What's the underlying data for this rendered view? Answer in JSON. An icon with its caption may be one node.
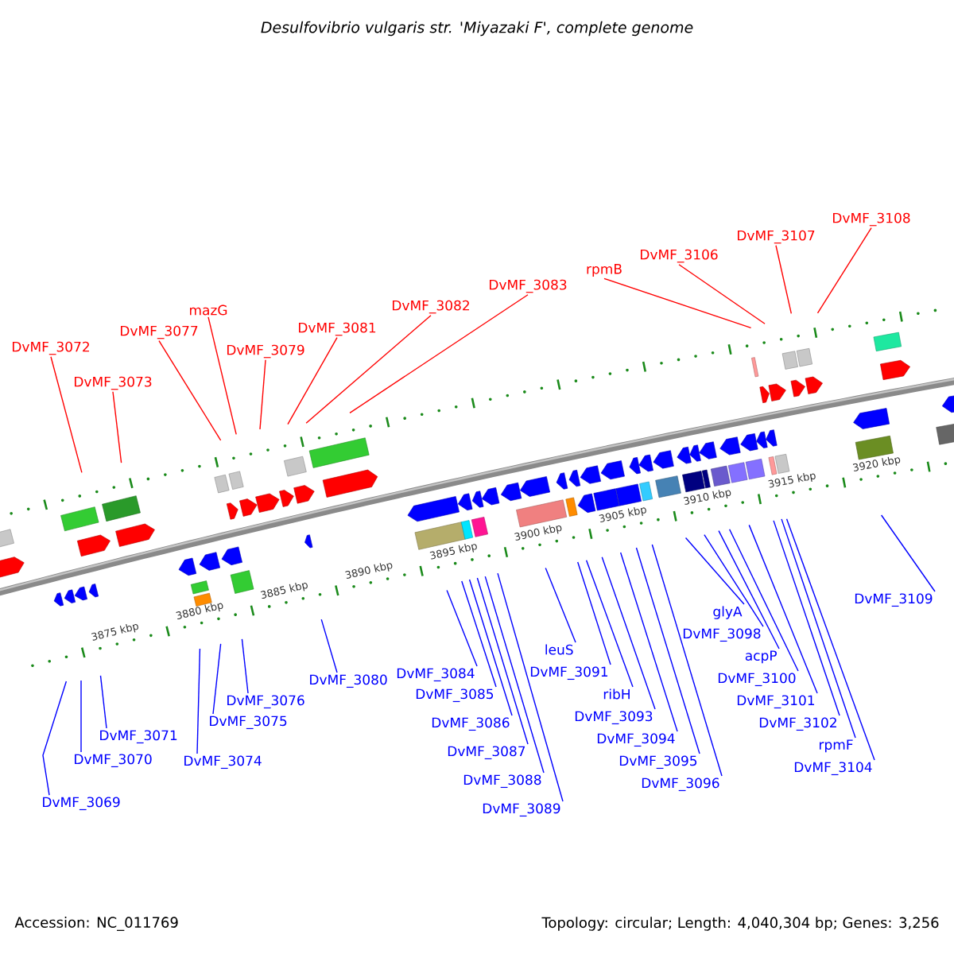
{
  "diagram": {
    "title": "Desulfovibrio vulgaris str. 'Miyazaki F', complete genome",
    "nodes": [
      {
        "text": [
          "DvMF_3072"
        ]
      },
      {
        "text": [
          "DvMF_3073"
        ]
      },
      {
        "text": [
          "DvMF_3077"
        ]
      },
      {
        "text": [
          "mazG"
        ]
      },
      {
        "text": [
          "DvMF_3079"
        ]
      },
      {
        "text": [
          "DvMF_3081"
        ]
      },
      {
        "text": [
          "DvMF_3082"
        ]
      },
      {
        "text": [
          "DvMF_3083"
        ]
      },
      {
        "text": [
          "rpmB"
        ]
      },
      {
        "text": [
          "DvMF_3106"
        ]
      },
      {
        "text": [
          "DvMF_3107"
        ]
      },
      {
        "text": [
          "DvMF_3108"
        ]
      },
      {
        "text": [
          "DvMF_3069"
        ]
      },
      {
        "text": [
          "DvMF_3070"
        ]
      },
      {
        "text": [
          "DvMF_3071"
        ]
      },
      {
        "text": [
          "DvMF_3074"
        ]
      },
      {
        "text": [
          "DvMF_3075"
        ]
      },
      {
        "text": [
          "DvMF_3076"
        ]
      },
      {
        "text": [
          "DvMF_3080"
        ]
      },
      {
        "text": [
          "DvMF_3084"
        ]
      },
      {
        "text": [
          "DvMF_3085"
        ]
      },
      {
        "text": [
          "DvMF_3086"
        ]
      },
      {
        "text": [
          "DvMF_3087"
        ]
      },
      {
        "text": [
          "DvMF_3088"
        ]
      },
      {
        "text": [
          "DvMF_3089"
        ]
      },
      {
        "text": [
          "leuS"
        ]
      },
      {
        "text": [
          "DvMF_3091"
        ]
      },
      {
        "text": [
          "ribH"
        ]
      },
      {
        "text": [
          "DvMF_3093"
        ]
      },
      {
        "text": [
          "DvMF_3094"
        ]
      },
      {
        "text": [
          "DvMF_3095"
        ]
      },
      {
        "text": [
          "DvMF_3096"
        ]
      },
      {
        "text": [
          "glyA"
        ]
      },
      {
        "text": [
          "DvMF_3098"
        ]
      },
      {
        "text": [
          "acpP"
        ]
      },
      {
        "text": [
          "DvMF_3100"
        ]
      },
      {
        "text": [
          "DvMF_3101"
        ]
      },
      {
        "text": [
          "DvMF_3102"
        ]
      },
      {
        "text": [
          "rpmF"
        ]
      },
      {
        "text": [
          "DvMF_3104"
        ]
      },
      {
        "text": [
          "DvMF_3109"
        ]
      }
    ],
    "edges": [
      {
        "from": 0,
        "to": null,
        "arrow": "none",
        "color": "#ff0000"
      },
      {
        "from": 1,
        "to": null,
        "arrow": "none",
        "color": "#ff0000"
      },
      {
        "from": 2,
        "to": null,
        "arrow": "none",
        "color": "#ff0000"
      },
      {
        "from": 3,
        "to": null,
        "arrow": "none",
        "color": "#ff0000"
      },
      {
        "from": 4,
        "to": null,
        "arrow": "none",
        "color": "#ff0000"
      },
      {
        "from": 5,
        "to": null,
        "arrow": "none",
        "color": "#ff0000"
      },
      {
        "from": 6,
        "to": null,
        "arrow": "none",
        "color": "#ff0000"
      },
      {
        "from": 7,
        "to": null,
        "arrow": "none",
        "color": "#ff0000"
      },
      {
        "from": 8,
        "to": null,
        "arrow": "none",
        "color": "#ff0000"
      },
      {
        "from": 9,
        "to": null,
        "arrow": "none",
        "color": "#ff0000"
      },
      {
        "from": 10,
        "to": null,
        "arrow": "none",
        "color": "#ff0000"
      },
      {
        "from": 11,
        "to": null,
        "arrow": "none",
        "color": "#ff0000"
      },
      {
        "from": 12,
        "to": null,
        "arrow": "none"
      },
      {
        "from": 13,
        "to": null,
        "arrow": "none"
      },
      {
        "from": 14,
        "to": null,
        "arrow": "none"
      },
      {
        "from": 15,
        "to": null,
        "arrow": "none"
      },
      {
        "from": 16,
        "to": null,
        "arrow": "none"
      },
      {
        "from": 17,
        "to": null,
        "arrow": "none"
      },
      {
        "from": 18,
        "to": null,
        "arrow": "none"
      },
      {
        "from": 19,
        "to": null,
        "arrow": "none"
      },
      {
        "from": 20,
        "to": null,
        "arrow": "none"
      },
      {
        "from": 21,
        "to": null,
        "arrow": "none"
      },
      {
        "from": 22,
        "to": null,
        "arrow": "none"
      },
      {
        "from": 23,
        "to": null,
        "arrow": "none"
      },
      {
        "from": 24,
        "to": null,
        "arrow": "none"
      },
      {
        "from": 25,
        "to": null,
        "arrow": "none"
      },
      {
        "from": 26,
        "to": null,
        "arrow": "none"
      },
      {
        "from": 27,
        "to": null,
        "arrow": "none"
      },
      {
        "from": 28,
        "to": null,
        "arrow": "none"
      },
      {
        "from": 29,
        "to": null,
        "arrow": "none"
      },
      {
        "from": 30,
        "to": null,
        "arrow": "none"
      },
      {
        "from": 31,
        "to": null,
        "arrow": "none"
      },
      {
        "from": 32,
        "to": null,
        "arrow": "none"
      },
      {
        "from": 33,
        "to": null,
        "arrow": "none"
      },
      {
        "from": 34,
        "to": null,
        "arrow": "none"
      },
      {
        "from": 35,
        "to": null,
        "arrow": "none"
      },
      {
        "from": 36,
        "to": null,
        "arrow": "none"
      },
      {
        "from": 37,
        "to": null,
        "arrow": "none"
      },
      {
        "from": 38,
        "to": null,
        "arrow": "none"
      },
      {
        "from": 39,
        "to": null,
        "arrow": "none"
      },
      {
        "from": 40,
        "to": null,
        "arrow": "none"
      }
    ],
    "labels": [
      "3875 kbp",
      "3880 kbp",
      "3885 kbp",
      "3890 kbp",
      "3895 kbp",
      "3900 kbp",
      "3905 kbp",
      "3910 kbp",
      "3915 kbp",
      "3920 kbp",
      "Accession: NC_011769",
      "Topology: circular; Length: 4,040,304 bp; Genes: 3,256"
    ]
  }
}
